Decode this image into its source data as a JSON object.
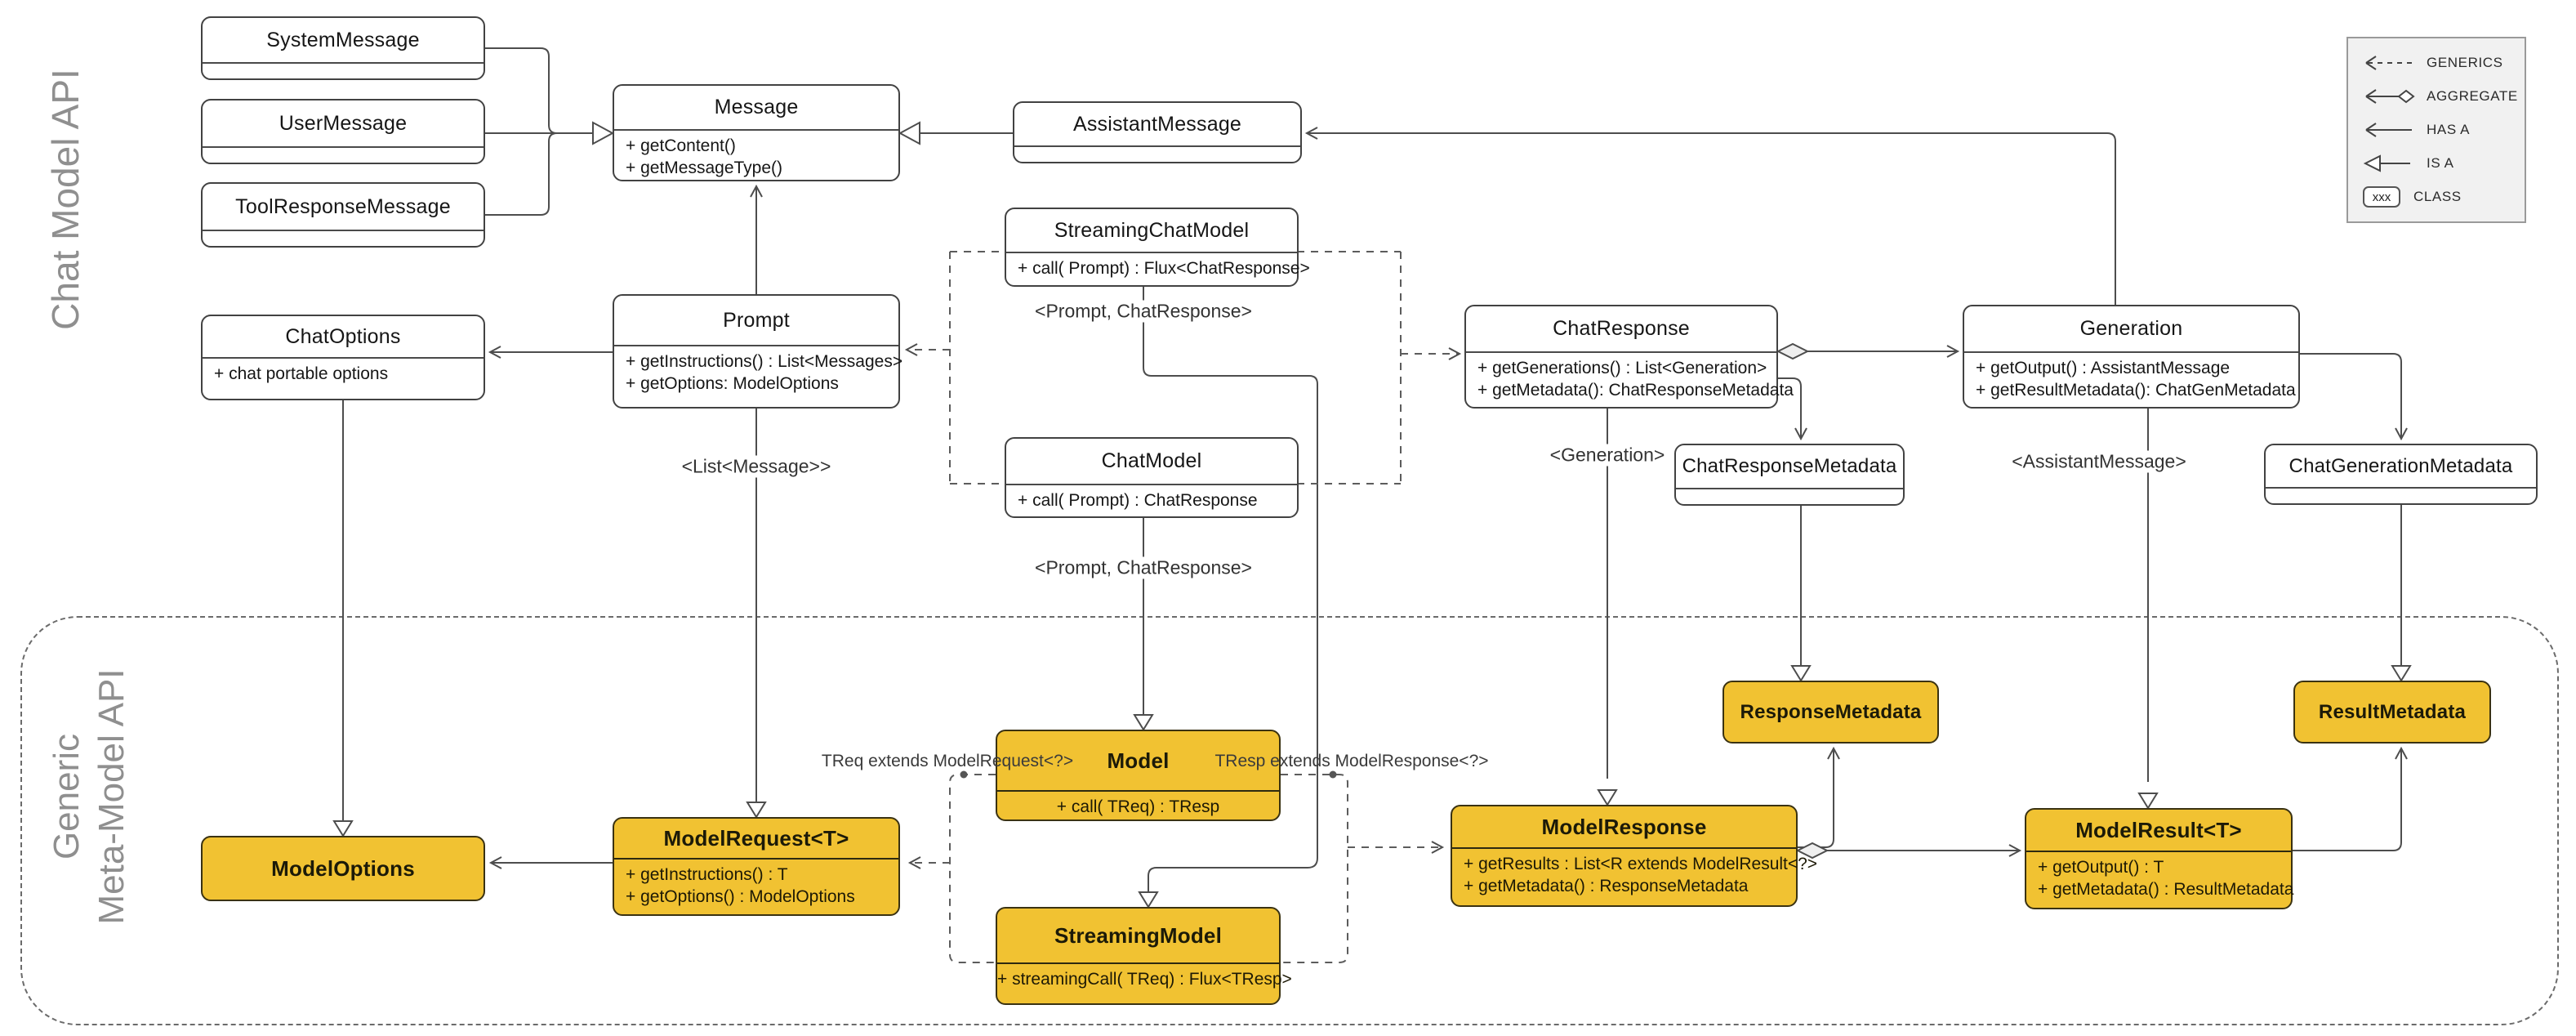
{
  "headings": {
    "top": "Chat Model API",
    "bottom_line1": "Generic",
    "bottom_line2": "Meta-Model API"
  },
  "classes": {
    "system_message": {
      "title": "SystemMessage"
    },
    "user_message": {
      "title": "UserMessage"
    },
    "tool_response_message": {
      "title": "ToolResponseMessage"
    },
    "message": {
      "title": "Message",
      "methods": [
        "+ getContent()",
        "+ getMessageType()"
      ]
    },
    "assistant_message": {
      "title": "AssistantMessage"
    },
    "streaming_chat_model": {
      "title": "StreamingChatModel",
      "methods": [
        "+ call( Prompt) : Flux<ChatResponse>"
      ]
    },
    "chat_options": {
      "title": "ChatOptions",
      "methods": [
        "+ chat portable options"
      ]
    },
    "prompt": {
      "title": "Prompt",
      "methods": [
        "+ getInstructions() : List<Messages>",
        "+ getOptions: ModelOptions"
      ]
    },
    "chat_model": {
      "title": "ChatModel",
      "methods": [
        "+ call( Prompt) : ChatResponse"
      ]
    },
    "chat_response": {
      "title": "ChatResponse",
      "methods": [
        "+ getGenerations() : List<Generation>",
        "+ getMetadata(): ChatResponseMetadata"
      ]
    },
    "generation": {
      "title": "Generation",
      "methods": [
        "+ getOutput() : AssistantMessage",
        "+ getResultMetadata(): ChatGenMetadata"
      ]
    },
    "chat_response_metadata": {
      "title": "ChatResponseMetadata"
    },
    "chat_generation_metadata": {
      "title": "ChatGenerationMetadata"
    },
    "model_options": {
      "title": "ModelOptions"
    },
    "model_request": {
      "title": "ModelRequest<T>",
      "methods": [
        "+ getInstructions() : T",
        "+ getOptions() : ModelOptions"
      ]
    },
    "model": {
      "title": "Model",
      "methods": [
        "+ call( TReq) : TResp"
      ]
    },
    "streaming_model": {
      "title": "StreamingModel",
      "methods": [
        "+ streamingCall( TReq) : Flux<TResp>"
      ]
    },
    "model_response": {
      "title": "ModelResponse",
      "methods": [
        "+ getResults : List<R extends ModelResult<?>",
        "+ getMetadata() : ResponseMetadata"
      ]
    },
    "model_result": {
      "title": "ModelResult<T>",
      "methods": [
        "+ getOutput() : T",
        "+ getMetadata() : ResultMetadata"
      ]
    },
    "response_metadata": {
      "title": "ResponseMetadata"
    },
    "result_metadata": {
      "title": "ResultMetadata"
    }
  },
  "annotations": {
    "streaming_generics": "<Prompt, ChatResponse>",
    "prompt_generics": "<List<Message>>",
    "chat_model_generics": "<Prompt, ChatResponse>",
    "chat_response_generics": "<Generation>",
    "generation_generics": "<AssistantMessage>",
    "treq_bound": "TReq extends ModelRequest<?>",
    "tresp_bound": "TResp extends ModelResponse<?>"
  },
  "legend": {
    "items": [
      {
        "icon": "generics-arrow-icon",
        "label": "GENERICS"
      },
      {
        "icon": "aggregate-arrow-icon",
        "label": "AGGREGATE"
      },
      {
        "icon": "has-a-arrow-icon",
        "label": "HAS A"
      },
      {
        "icon": "is-a-arrow-icon",
        "label": "IS A"
      },
      {
        "icon": "class-box-icon",
        "label": "CLASS"
      }
    ],
    "class_sample": "xxx"
  },
  "colors": {
    "class_yellow": "#F1C232",
    "line_gray": "#4d4d4d",
    "heading_gray": "#8f8f8f",
    "legend_bg": "#f1f1f1"
  }
}
